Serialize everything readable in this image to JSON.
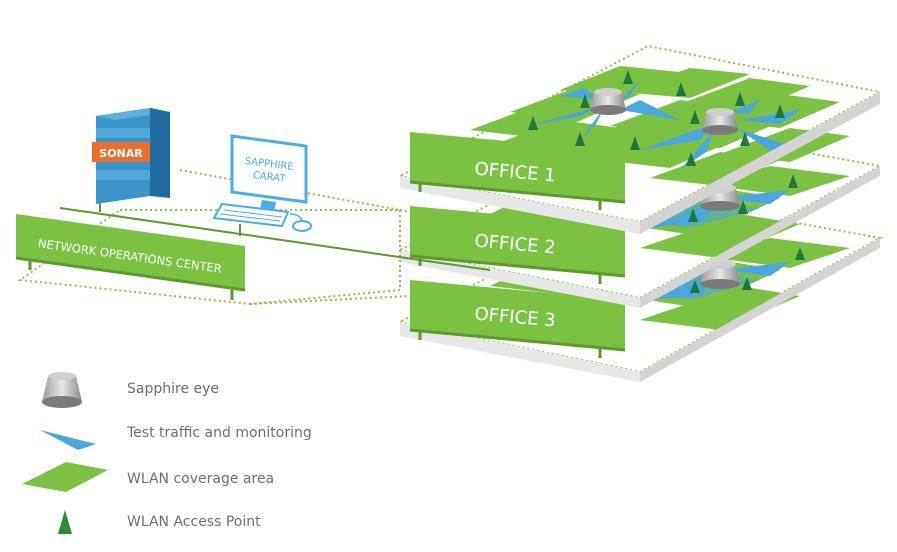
{
  "noc": {
    "label": "NETWORK OPERATIONS CENTER",
    "server_label": "SONAR",
    "workstation_label_line1": "SAPPHIRE",
    "workstation_label_line2": "CARAT"
  },
  "offices": [
    {
      "label": "OFFICE 1"
    },
    {
      "label": "OFFICE 2"
    },
    {
      "label": "OFFICE 3"
    }
  ],
  "legend": [
    {
      "icon": "sapphire-eye-icon",
      "label": "Sapphire eye"
    },
    {
      "icon": "traffic-beam-icon",
      "label": "Test traffic and monitoring"
    },
    {
      "icon": "coverage-area-icon",
      "label": "WLAN coverage area"
    },
    {
      "icon": "access-point-icon",
      "label": "WLAN Access Point"
    }
  ],
  "colors": {
    "green": "#7cc242",
    "green_dark": "#5a9a2e",
    "green_dotted": "#8bc34a",
    "beam": "#4aa6dc",
    "server_blue": "#2f80b8",
    "sonar_orange": "#e8702a",
    "monitor_blue": "#49aee3",
    "label_grey": "#6e6e6e"
  }
}
